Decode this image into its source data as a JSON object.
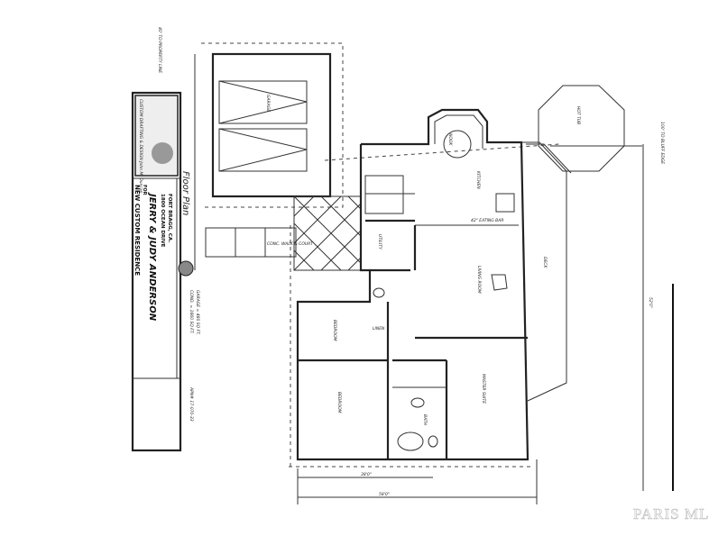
{
  "title_block": {
    "designer_logo": "CUSTOM DRAFTING & DESIGN John M. Duncan",
    "sheet_title": "Floor Plan",
    "project": "NEW CUSTOM RESIDENCE",
    "for_label": "FOR",
    "owners": "JERRY & JUDY ANDERSON",
    "address_line1": "1800 OCEAN DRIVE",
    "address_line2": "FORT BRAGG, CA.",
    "area_conditioned": "COND. = 1660 SQ FT.",
    "area_garage": "GARAGE = 480 SQ FT.",
    "apn": "APN# 17-070-33"
  },
  "rooms": {
    "garage": "GARAGE",
    "walk": "CONC. WALK & COURT",
    "kitchen": "KITCHEN",
    "nook": "NOOK",
    "eating_bar": "42\" EATING BAR",
    "living": "LIVING ROOM",
    "master": "MASTER SUITE",
    "bedroom1": "BEDROOM",
    "bedroom2": "BEDROOM",
    "bath": "BATH",
    "linen": "LINEN",
    "utility": "UTILITY",
    "deck": "DECK",
    "hot_tub": "HOT TUB"
  },
  "dimensions": {
    "overall_width": "58'0\"",
    "partial_width": "38'0\"",
    "overall_depth": "52'0\"",
    "property_line_note": "40' TO PROPERTY LINE",
    "bluff_note": "100' TO BLUFF EDGE"
  },
  "watermark": "PARIS MLS"
}
